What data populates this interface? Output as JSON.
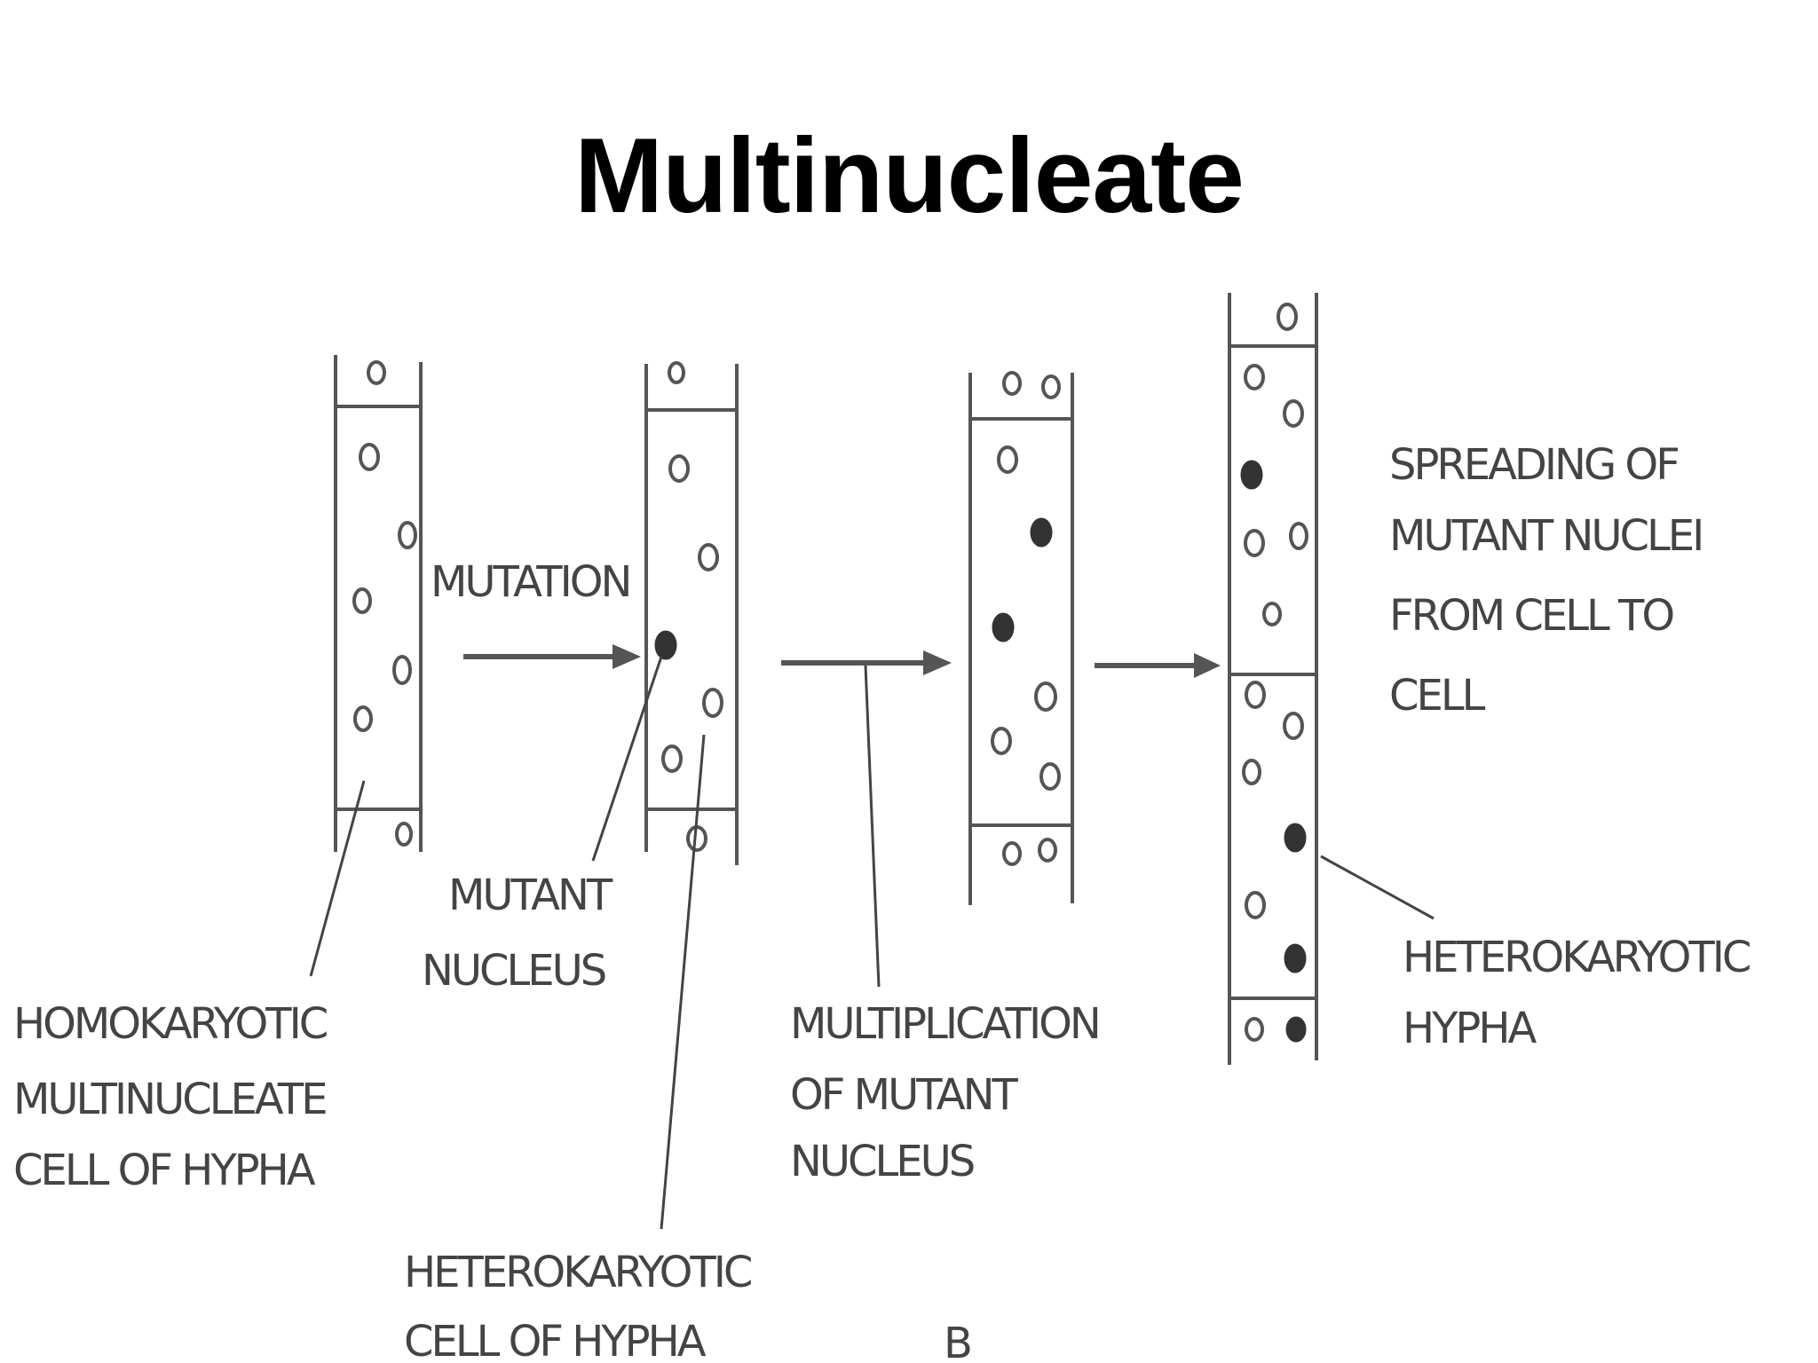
{
  "slide": {
    "title": "Multinucleate"
  },
  "diagram": {
    "labels": {
      "mutation": "MUTATION",
      "spreading": [
        "SPREADING OF",
        "MUTANT NUCLEI",
        "FROM CELL TO",
        "CELL"
      ],
      "mutant_nucleus": [
        "MUTANT",
        "NUCLEUS"
      ],
      "homokaryotic_cell": [
        "HOMOKARYOTIC",
        "MULTINUCLEATE",
        "CELL OF HYPHA"
      ],
      "multiplication": [
        "MULTIPLICATION",
        "OF MUTANT",
        "NUCLEUS"
      ],
      "heterokaryotic_hypha": [
        "HETEROKARYOTIC",
        "HYPHA"
      ],
      "heterokaryotic_cell": [
        "HETEROKARYOTIC",
        "CELL OF HYPHA"
      ],
      "panel_letter": "B"
    }
  }
}
